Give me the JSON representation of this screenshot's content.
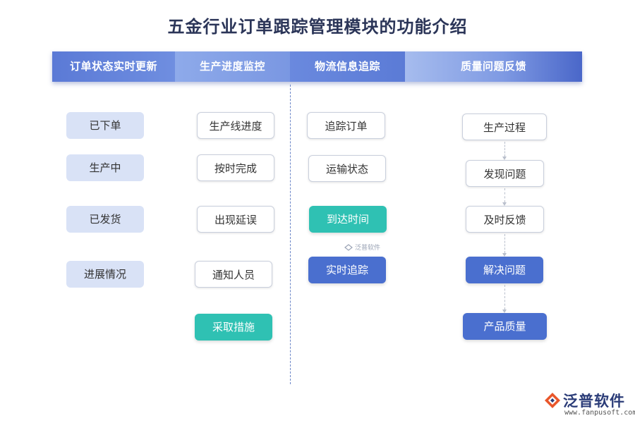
{
  "title": "五金行业订单跟踪管理模块的功能介绍",
  "headers": [
    "订单状态实时更新",
    "生产进度监控",
    "物流信息追踪",
    "质量问题反馈"
  ],
  "col1": [
    "已下单",
    "生产中",
    "已发货",
    "进展情况"
  ],
  "col2": [
    "生产线进度",
    "按时完成",
    "出现延误",
    "通知人员",
    "采取措施"
  ],
  "col3": [
    "追踪订单",
    "运输状态",
    "到达时间",
    "实时追踪"
  ],
  "col4": [
    "生产过程",
    "发现问题",
    "及时反馈",
    "解决问题",
    "产品质量"
  ],
  "watermark_small": "泛普软件",
  "logo": {
    "name": "泛普软件",
    "url": "www.fanpusoft.com"
  },
  "colors": {
    "title": "#2b3558",
    "header_gradient_start": "#6f8ee0",
    "header_gradient_end": "#4a67c9",
    "header_light": "#9db4ea",
    "status_fill": "#d9e2f6",
    "teal": "#2fc1b3",
    "blue": "#4a6fcf"
  }
}
